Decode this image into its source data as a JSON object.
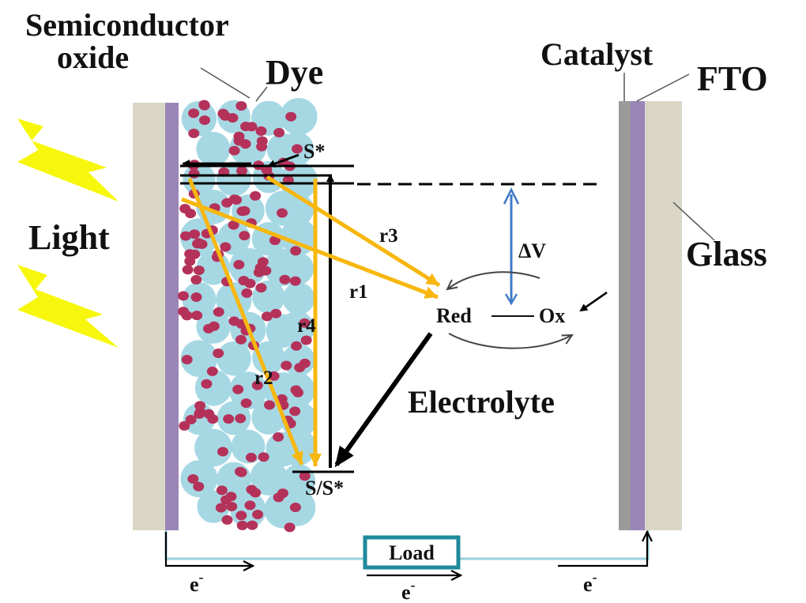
{
  "diagram": {
    "labels": {
      "semiconductor_line1": "Semiconductor",
      "semiconductor_line2": "oxide",
      "dye": "Dye",
      "catalyst": "Catalyst",
      "fto": "FTO",
      "light": "Light",
      "glass": "Glass",
      "s_star": "S*",
      "s_ground": "S/S*",
      "delta_v": "ΔV",
      "red": "Red",
      "ox": "Ox",
      "electrolyte": "Electrolyte",
      "load": "Load",
      "electron_left": "e",
      "electron_mid": "e",
      "electron_right": "e",
      "electron_sup": "-",
      "r1": "r1",
      "r2": "r2",
      "r3": "r3",
      "r4": "r4"
    },
    "colors": {
      "glass": "#dad6c6",
      "fto": "#9a85b7",
      "catalyst": "#9a9a9a",
      "particle": "#a6d8e4",
      "dye": "#b4325a",
      "recombination": "#f7b70f",
      "light": "#f7f70d",
      "delta_v": "#3f7bc8",
      "load_box": "#1f8a9c",
      "circuit": "#9ad0dc"
    }
  }
}
